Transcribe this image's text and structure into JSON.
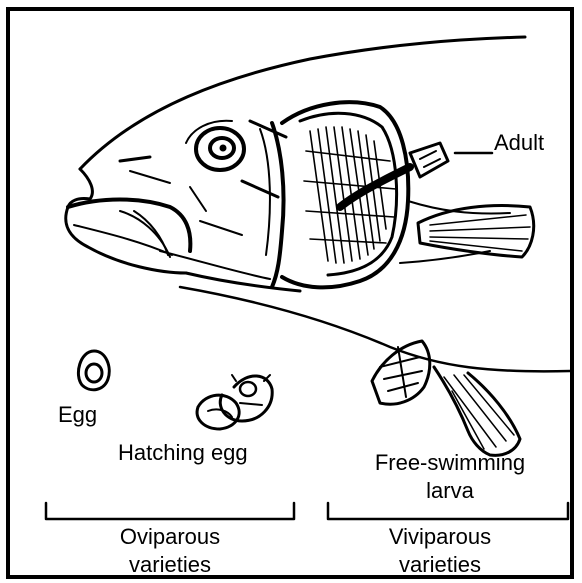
{
  "diagram": {
    "labels": {
      "adult": "Adult",
      "egg": "Egg",
      "hatching_egg": "Hatching egg",
      "larva_line1": "Free-swimming",
      "larva_line2": "larva",
      "oviparous_line1": "Oviparous",
      "oviparous_line2": "varieties",
      "viviparous_line1": "Viviparous",
      "viviparous_line2": "varieties"
    },
    "colors": {
      "ink": "#000000",
      "background": "#ffffff"
    },
    "icons": [
      "fish-head-illustration",
      "adult-parasite-icon",
      "egg-icon",
      "hatching-egg-icon",
      "larva-icon",
      "fish-fin-illustration"
    ]
  }
}
